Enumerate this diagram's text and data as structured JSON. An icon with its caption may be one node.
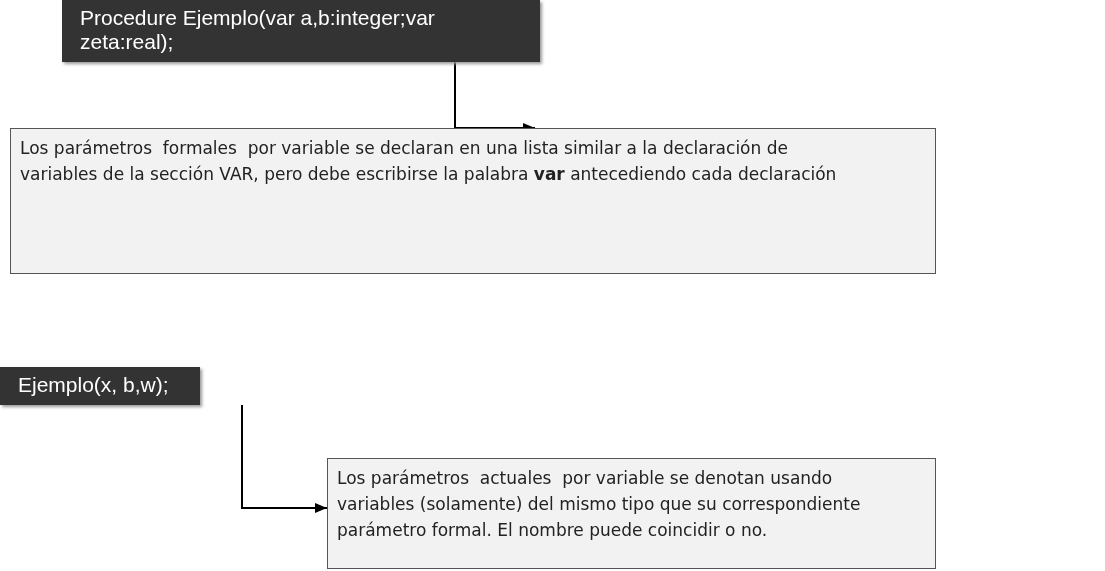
{
  "diagram": {
    "nodes": [
      {
        "text": [
          "Procedure Ejemplo(var a,b:integer;var zeta:real);"
        ]
      },
      {
        "text": [
          "Los parámetros  formales  por variable se declaran en una lista similar a la declaración de variables de la sección VAR, pero debe escribirse la palabra **var** antecediendo cada declaración"
        ]
      },
      {
        "text": [
          "Ejemplo(x, b,w);"
        ]
      },
      {
        "text": [
          "Los parámetros  actuales  por variable se denotan usando variables (solamente) del mismo tipo que su correspondiente parámetro formal. El nombre puede coincidir o no."
        ]
      }
    ],
    "edges": [
      {
        "from": 0,
        "to": 1,
        "arrow": "to"
      },
      {
        "from": 2,
        "to": 3,
        "arrow": "to"
      }
    ]
  }
}
